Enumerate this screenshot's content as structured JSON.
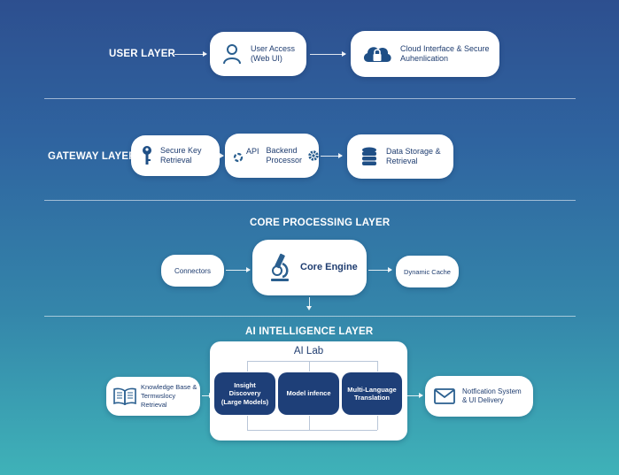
{
  "layers": {
    "user": "USER LAYER",
    "gateway": "GATEWAY LAYER",
    "core": "CORE PROCESSING LAYER",
    "ai": "AI INTELLIGENCE LAYER"
  },
  "nodes": {
    "user_access": "User Access\n(Web UI)",
    "cloud_interface": "Cloud Interface & Secure\nAuhenlication",
    "secure_key": "Secure Key\nRetrieval",
    "api_backend": "Backend\nProcessor",
    "api_label": "API",
    "data_storage": "Data Storage &\nRetrieval",
    "connectors": "Connectors",
    "core_engine": "Core Engine",
    "dynamic_cache": "Dynamic Cache",
    "ai_lab": "AI Lab",
    "insight": "Insight\nDiscovery\n(Large Models)",
    "model_inference": "Model infence",
    "multi_language": "Multi-Language\nTranslation",
    "knowledge_base": "Knowledge Base &\nTermwslocy Retrieval",
    "notification": "Notfication System\n& UI Delivery"
  },
  "colors": {
    "accent": "#1e3f78",
    "icon": "#2a5f8f"
  },
  "icons": [
    "user-icon",
    "cloud-lock-icon",
    "key-icon",
    "gear-icon",
    "database-icon",
    "microscope-icon",
    "book-icon",
    "mail-icon"
  ]
}
